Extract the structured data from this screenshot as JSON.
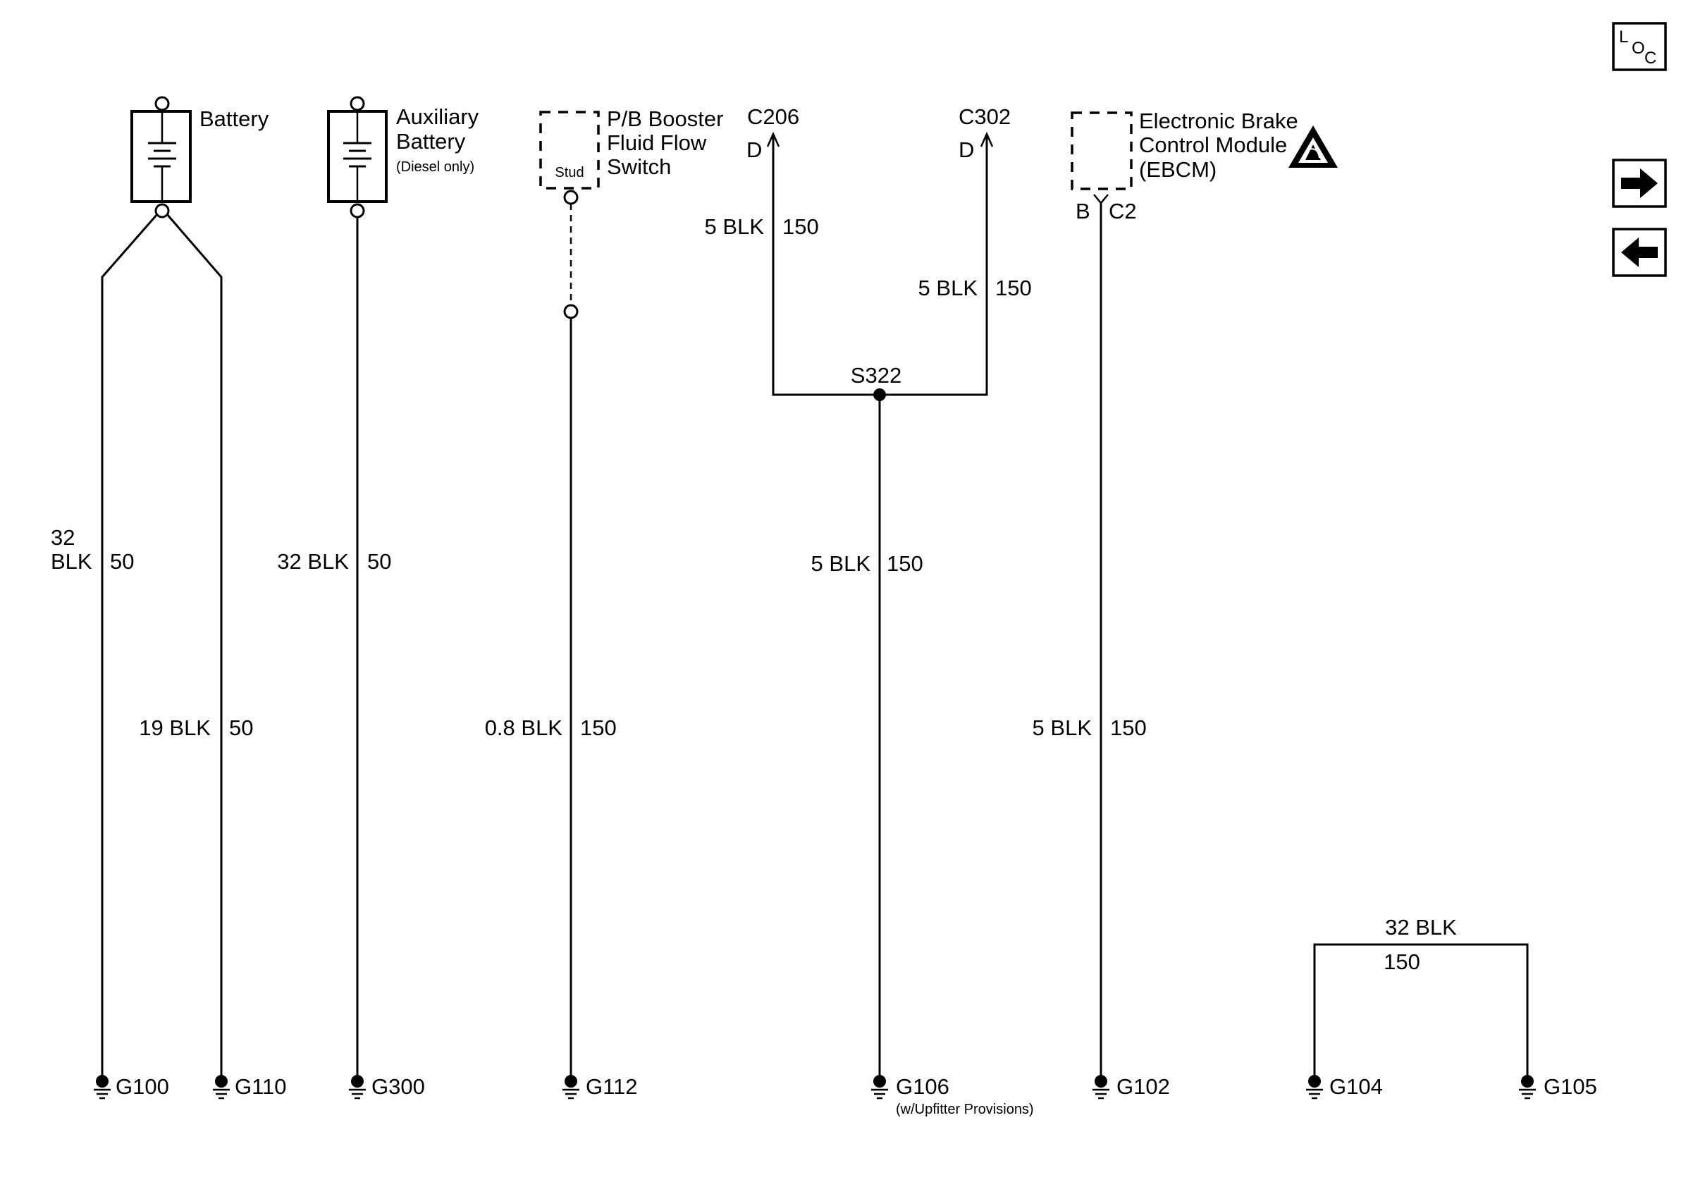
{
  "nav": {
    "loc_label_l": "L",
    "loc_label_o": "O",
    "loc_label_c": "C",
    "next_icon": "right-arrow-icon",
    "prev_icon": "left-arrow-icon"
  },
  "components": {
    "battery": "Battery",
    "aux_battery_line1": "Auxiliary",
    "aux_battery_line2": "Battery",
    "aux_battery_note": "(Diesel only)",
    "pb_switch_line1": "P/B Booster",
    "pb_switch_line2": "Fluid Flow",
    "pb_switch_line3": "Switch",
    "pb_switch_stud": "Stud",
    "ebcm_line1": "Electronic Brake",
    "ebcm_line2": "Control Module",
    "ebcm_line3": "(EBCM)",
    "esd_icon": "esd-warning-icon"
  },
  "connectors": {
    "c206": "C206",
    "c206_pin": "D",
    "c302": "C302",
    "c302_pin": "D",
    "ebcm_pin": "B",
    "ebcm_conn": "C2",
    "splice": "S322"
  },
  "wires": {
    "bat_g100_size": "32",
    "bat_g100_color": "BLK",
    "bat_g100_circuit": "50",
    "bat_g110": "19 BLK",
    "bat_g110_circuit": "50",
    "aux_g300": "32 BLK",
    "aux_g300_circuit": "50",
    "pb_g112": "0.8 BLK",
    "pb_g112_circuit": "150",
    "c206_s322": "5 BLK",
    "c206_s322_circuit": "150",
    "c302_s322": "5 BLK",
    "c302_s322_circuit": "150",
    "s322_g106": "5 BLK",
    "s322_g106_circuit": "150",
    "ebcm_g102": "5 BLK",
    "ebcm_g102_circuit": "150",
    "g104_g105": "32 BLK",
    "g104_g105_circuit": "150"
  },
  "grounds": {
    "g100": "G100",
    "g110": "G110",
    "g300": "G300",
    "g112": "G112",
    "g106": "G106",
    "g106_note": "(w/Upfitter Provisions)",
    "g102": "G102",
    "g104": "G104",
    "g105": "G105"
  }
}
